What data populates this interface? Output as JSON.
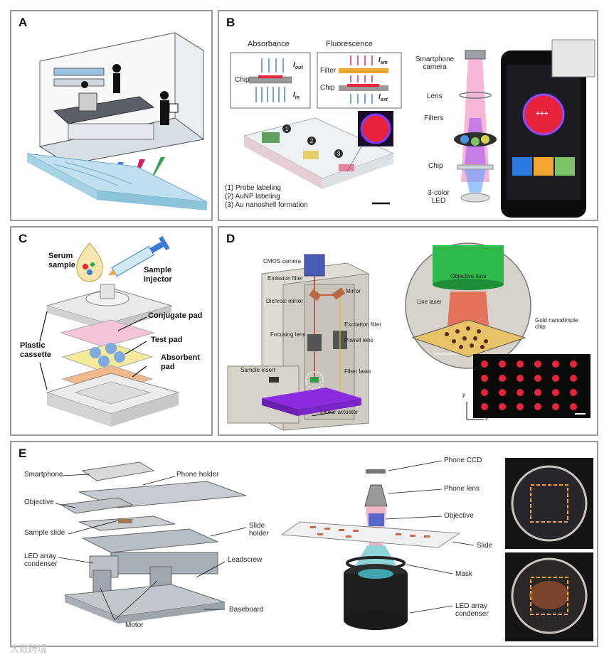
{
  "panels": {
    "A": {
      "label": "A"
    },
    "B": {
      "label": "B",
      "absorbance": "Absorbance",
      "fluorescence": "Fluorescence",
      "chip": "Chip",
      "filter": "Filter",
      "chip2": "Chip",
      "i_out": "I",
      "i_out_sub": "out",
      "i_in": "I",
      "i_in_sub": "in",
      "i_em": "I",
      "i_em_sub": "em",
      "i_ext": "I",
      "i_ext_sub": "ext",
      "steps": [
        "(1) Probe labeling",
        "(2) AuNP labeling",
        "(3) Au nanoshell formation"
      ],
      "smartphone_camera": "Smartphone camera",
      "lens": "Lens",
      "filters": "Filters",
      "chip3": "Chip",
      "led": "3-color LED",
      "phone_readout": "+++"
    },
    "C": {
      "label": "C",
      "serum_sample": "Serum sample",
      "sample_injector": "Sample injector",
      "conjugate_pad": "Conjugate pad",
      "test_pad": "Test pad",
      "plastic_cassette": "Plastic cassette",
      "absorbent_pad": "Absorbent pad"
    },
    "D": {
      "label": "D",
      "cmos_camera": "CMOS camera",
      "emission_filter": "Emission filter",
      "dichroic_mirror": "Dichroic mirror",
      "mirror": "Mirror",
      "excitation_filter": "Excitation filter",
      "focusing_lens": "Focusing lens",
      "powell_lens": "Powell lens",
      "fiber_laser": "Fiber laser",
      "sample_insert": "Sample insert",
      "linear_actuator": "Linear actuator",
      "objective_lens": "Objective lens",
      "line_laser": "Line laser",
      "gold_chip": "Gold nanodimple chip",
      "axis_x": "x",
      "axis_y": "y"
    },
    "E": {
      "label": "E",
      "smartphone": "Smartphone",
      "phone_holder": "Phone holder",
      "objective": "Objective",
      "sample_slide": "Sample slide",
      "slide_holder": "Slide holder",
      "led_array_condenser": "LED array condenser",
      "leadscrew": "Leadscrew",
      "motor": "Motor",
      "baseboard": "Baseboard",
      "phone_ccd": "Phone CCD",
      "phone_lens": "Phone lens",
      "objective2": "Objective",
      "slide": "Slide",
      "mask": "Mask",
      "led_array_condenser2": "LED array condenser"
    }
  },
  "watermark": "大数跨境",
  "colors": {
    "border": "#9a9a9a",
    "fluor_red": "#e8243c",
    "gold": "#e8c368",
    "purple": "#8a2be2",
    "green": "#2ea043"
  }
}
